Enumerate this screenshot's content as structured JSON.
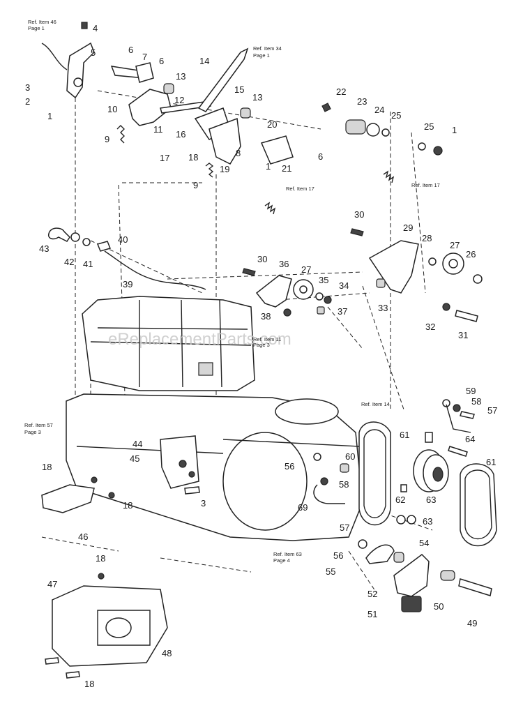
{
  "watermark": "eReplacementParts.com",
  "references": [
    {
      "text": "Ref. Item 46"
    },
    {
      "text": "Page 1"
    },
    {
      "text": "Ref. Item 34"
    },
    {
      "text": "Page 1"
    },
    {
      "text": "Ref. Item 17"
    },
    {
      "text": "Ref. Item 17"
    },
    {
      "text": "Ref. Item 11"
    },
    {
      "text": "Page 3"
    },
    {
      "text": "Ref. Item 14"
    },
    {
      "text": "Ref. Item 57"
    },
    {
      "text": "Page 3"
    },
    {
      "text": "Ref. Item 63"
    },
    {
      "text": "Page 4"
    }
  ],
  "callouts": [
    "4",
    "5",
    "6",
    "7",
    "6",
    "13",
    "3",
    "2",
    "1",
    "14",
    "15",
    "13",
    "12",
    "10",
    "11",
    "16",
    "9",
    "22",
    "23",
    "24",
    "25",
    "25",
    "1",
    "20",
    "8",
    "21",
    "6",
    "17",
    "18",
    "19",
    "9",
    "1",
    "30",
    "29",
    "28",
    "27",
    "26",
    "43",
    "42",
    "41",
    "40",
    "39",
    "30",
    "36",
    "27",
    "35",
    "34",
    "37",
    "38",
    "33",
    "32",
    "31",
    "59",
    "58",
    "57",
    "61",
    "64",
    "44",
    "45",
    "56",
    "60",
    "58",
    "69",
    "62",
    "63",
    "61",
    "18",
    "18",
    "3",
    "46",
    "57",
    "63",
    "56",
    "54",
    "55",
    "52",
    "50",
    "49",
    "51",
    "18",
    "47",
    "48",
    "18"
  ]
}
